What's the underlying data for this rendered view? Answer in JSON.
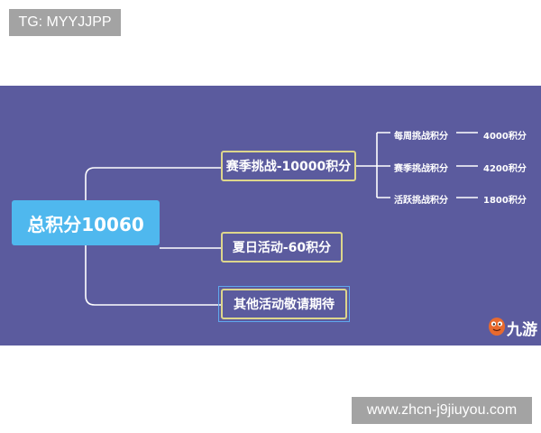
{
  "watermarks": {
    "tg": "TG: MYYJJPP",
    "site": "www.zhcn-j9jiuyou.com"
  },
  "diagram": {
    "root": "总积分10060",
    "branches": [
      {
        "label": "赛季挑战-10000积分"
      },
      {
        "label": "夏日活动-60积分"
      },
      {
        "label": "其他活动敬请期待"
      }
    ],
    "leaves": [
      {
        "label": "每周挑战积分",
        "value": "4000积分"
      },
      {
        "label": "赛季挑战积分",
        "value": "4200积分"
      },
      {
        "label": "活跃挑战积分",
        "value": "1800积分"
      }
    ]
  },
  "logo": {
    "text": "九游",
    "icon": "mascot-icon"
  },
  "colors": {
    "background": "#5b5b9e",
    "root_fill": "#4fb8ee",
    "branch_border": "#ddd68c",
    "selection_outline": "#5fa8ee",
    "connector": "#ffffff",
    "mascot": "#e86a2e"
  }
}
